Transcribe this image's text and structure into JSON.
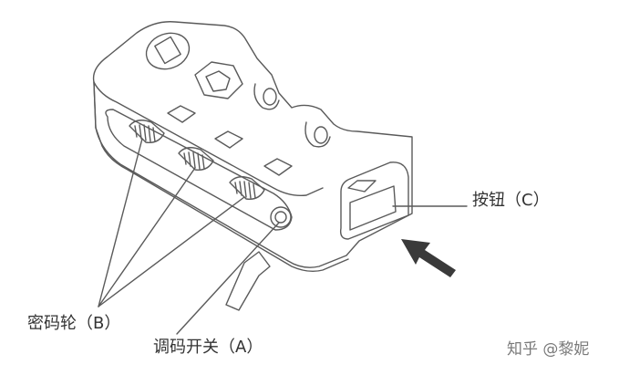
{
  "labels": {
    "button": "按钮（C）",
    "wheel": "密码轮（B）",
    "switch": "调码开关（A）"
  },
  "watermark": "知乎 @黎妮",
  "colors": {
    "line": "#5a5a5a",
    "arrow": "#3a3a3a",
    "text": "#333333"
  }
}
